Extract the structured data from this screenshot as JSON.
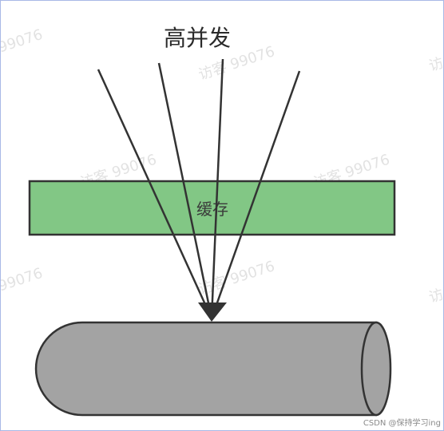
{
  "diagram": {
    "title": "高并发",
    "cache_label": "缓存",
    "watermark": "访客 99076",
    "watermark_partial": "99076",
    "credit": "CSDN @保持学习ing"
  },
  "colors": {
    "cache_fill": "#82c785",
    "cylinder_fill": "#a3a3a3",
    "stroke": "#333333",
    "frame_border": "#a9b8e6"
  }
}
